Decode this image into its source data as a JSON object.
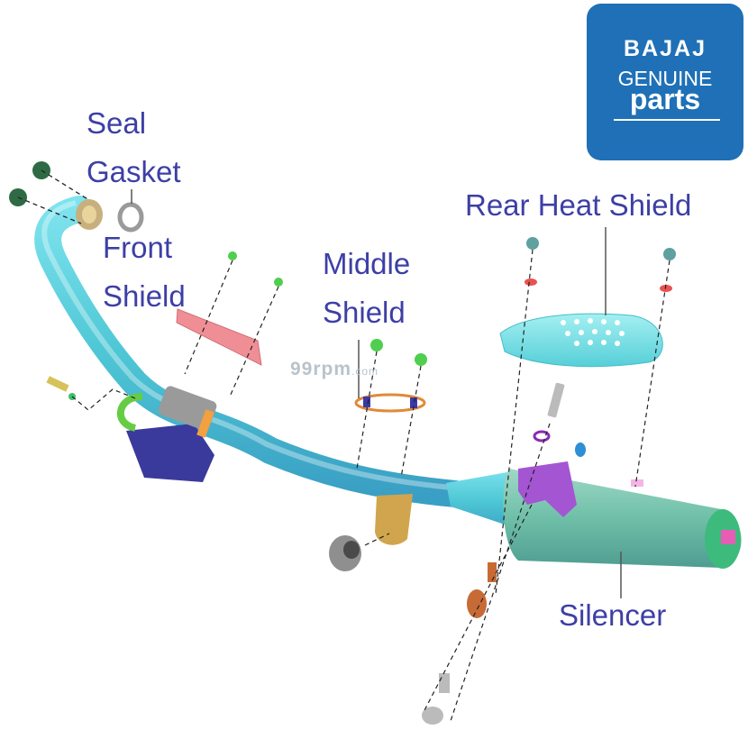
{
  "labels": {
    "seal": "Seal",
    "gasket": "Gasket",
    "front_shield_line1": "Front",
    "front_shield_line2": "Shield",
    "middle_shield_line1": "Middle",
    "middle_shield_line2": "Shield",
    "rear_heat_shield": "Rear Heat Shield",
    "silencer": "Silencer"
  },
  "logo": {
    "line1": "BAJAJ",
    "line2": "GENUINE",
    "line3": "parts"
  },
  "watermark": {
    "main": "99rpm",
    "suffix": ".com"
  },
  "colors": {
    "label_text": "#3d3fa6",
    "logo_bg": "#1f70b6",
    "pipe": "#5cd0dc",
    "silencer_body": "#74c2ad",
    "silencer_cap": "#3dbb7d",
    "front_shield": "#ef8f95",
    "rear_heat_shield": "#7fe1e6",
    "sensor_bracket": "#3a3a9c",
    "bracket_purple": "#a455d2",
    "guard_green": "#66cc44",
    "mount_bracket": "#d0a54e"
  }
}
